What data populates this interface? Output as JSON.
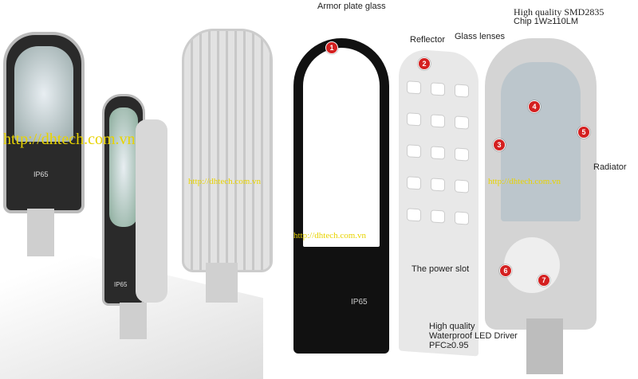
{
  "labels": {
    "armor_plate_glass": "Armor plate glass",
    "smd_line1": "High quality SMD2835",
    "smd_line2": "Chip 1W≥110LM",
    "reflector": "Reflector",
    "glass_lenses": "Glass lenses",
    "radiator": "Radiator",
    "power_slot": "The power slot",
    "driver_line1": "High quality",
    "driver_line2": "Waterproof LED Driver",
    "driver_line3": "PFC≥0.95"
  },
  "markers": [
    "1",
    "2",
    "3",
    "4",
    "5",
    "6",
    "7"
  ],
  "badges": {
    "ip_large": "IP65",
    "ip_small": "IP65",
    "ip_glass": "IP65"
  },
  "watermarks": [
    "http://dhtech.com.vn",
    "http://dhtech.com.vn",
    "http://dhtech.com.vn",
    "http://dhtech.com.vn"
  ],
  "colors": {
    "marker": "#d42020",
    "watermark": "#e8d300"
  }
}
